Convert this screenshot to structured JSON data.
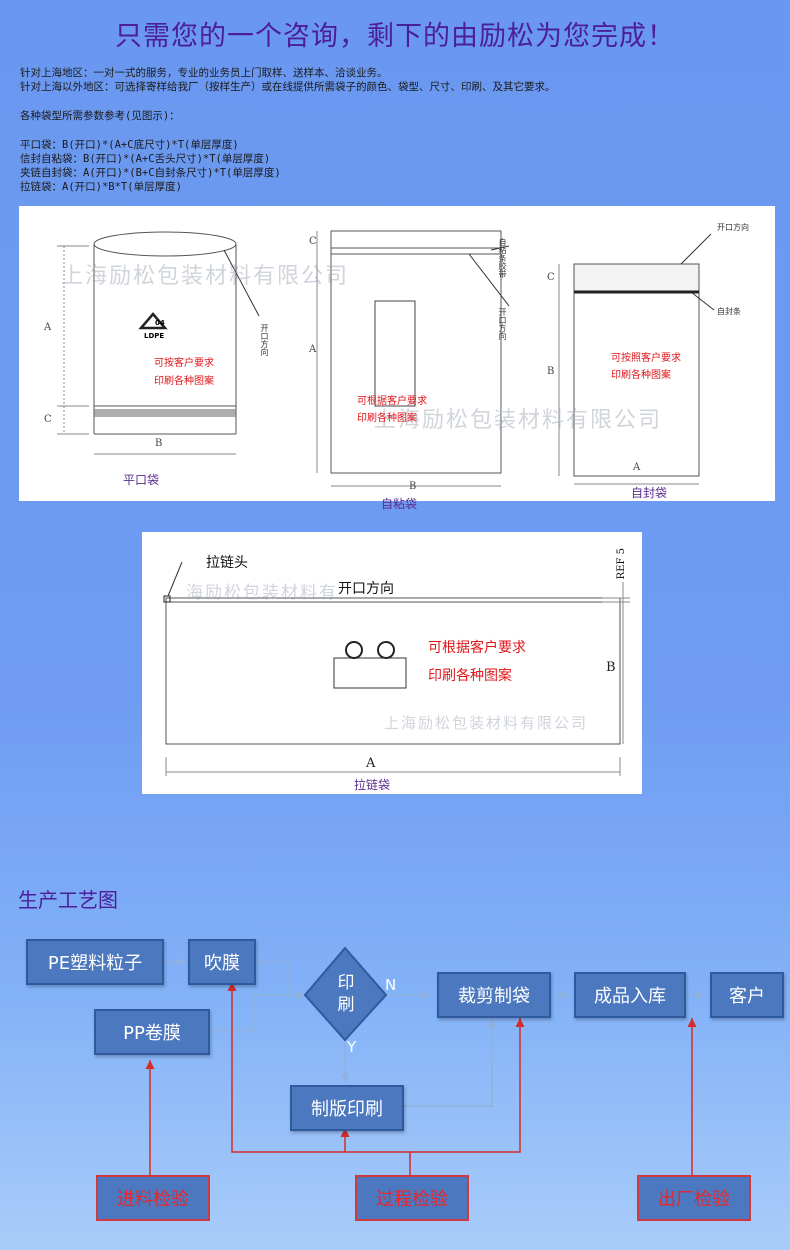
{
  "headline": "只需您的一个咨询，剩下的由励松为您完成！",
  "info": {
    "shanghai": "针对上海地区：一对一式的服务，专业的业务员上门取样、送样本、洽谈业务。",
    "outside": "针对上海以外地区：可选择寄样给我厂（按样生产）或在线提供所需袋子的颜色、袋型、尺寸、印刷、及其它要求。",
    "params_intro": "各种袋型所需参数参考(见图示)：",
    "formulas": [
      "平口袋：B(开口)*(A+C底尺寸)*T(单层厚度)",
      "信封自粘袋：B(开口)*(A+C舌头尺寸)*T(单层厚度)",
      "夹链自封袋：A(开口)*(B+C自封条尺寸)*T(单层厚度)",
      "拉链袋：A(开口)*B*T(单层厚度)"
    ]
  },
  "watermark": "上海励松包装材料有限公司",
  "watermark_partial": "海励松包装材料有",
  "diagram1": {
    "flat": {
      "caption": "平口袋",
      "opening": "开口方向",
      "recycle_num": "04",
      "recycle_label": "LDPE",
      "print1": "可按客户要求",
      "print2": "印刷各种图案",
      "dim_a": "A",
      "dim_b": "B",
      "dim_c": "C"
    },
    "adhesive": {
      "caption": "自粘袋",
      "tape": "自粘条胶带",
      "opening": "开口方向",
      "print1": "可根据客户要求",
      "print2": "印刷各种图案",
      "dim_a": "A",
      "dim_b": "B",
      "dim_c": "C"
    },
    "selfseal": {
      "caption": "自封袋",
      "opening": "开口方向",
      "strip": "自封条",
      "print1": "可按照客户要求",
      "print2": "印刷各种图案",
      "dim_a": "A",
      "dim_b": "B",
      "dim_c": "C"
    }
  },
  "diagram2": {
    "caption": "拉链袋",
    "zipper_head": "拉链头",
    "opening": "开口方向",
    "ref": "REF 5",
    "print1": "可根据客户要求",
    "print2": "印刷各种图案",
    "dim_a": "A",
    "dim_b": "B"
  },
  "flow": {
    "title": "生产工艺图",
    "pe": "PE塑料粒子",
    "blow": "吹膜",
    "pp": "PP卷膜",
    "print_q": "印刷",
    "n_label": "N",
    "y_label": "Y",
    "cut": "裁剪制袋",
    "plate": "制版印刷",
    "store": "成品入库",
    "customer": "客户",
    "incoming": "进料检验",
    "process": "过程检验",
    "outgoing": "出厂检验"
  },
  "colors": {
    "node_fill": "#4c78bf",
    "qc_text": "#e8262c",
    "title_purple": "#4b1e9a"
  }
}
